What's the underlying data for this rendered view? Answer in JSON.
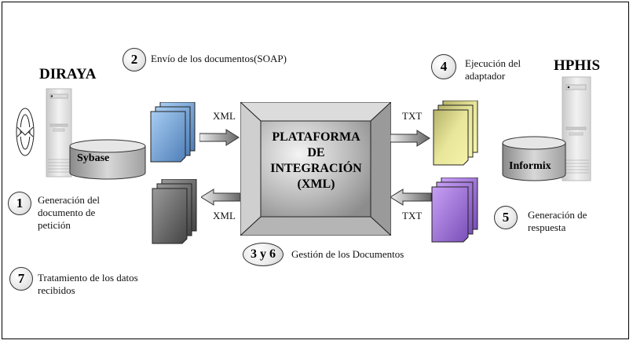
{
  "systems": {
    "left": {
      "title": "DIRAYA",
      "database": "Sybase"
    },
    "right": {
      "title": "HPHIS",
      "database": "Informix"
    }
  },
  "platform": {
    "lines": [
      "PLATAFORMA",
      "DE",
      "INTEGRACIÓN",
      "(XML)"
    ]
  },
  "flows": {
    "xml_in": "XML",
    "xml_out": "XML",
    "txt_out": "TXT",
    "txt_in": "TXT"
  },
  "steps": [
    {
      "number": "1",
      "lines": [
        "Generación del",
        "documento de",
        "petición"
      ]
    },
    {
      "number": "2",
      "lines": [
        "Envío de los documentos(SOAP)"
      ]
    },
    {
      "number": "3 y 6",
      "lines": [
        "Gestión de los Documentos"
      ]
    },
    {
      "number": "4",
      "lines": [
        "Ejecución del",
        "adaptador"
      ]
    },
    {
      "number": "5",
      "lines": [
        "Generación de",
        "respuesta"
      ]
    },
    {
      "number": "7",
      "lines": [
        "Tratamiento de los datos",
        "recibidos"
      ]
    }
  ],
  "colors": {
    "doc_blue": "#8fb8e8",
    "doc_gray": "#7a7a7a",
    "doc_yellow": "#eeee9a",
    "doc_purple": "#b48ae8",
    "platform_bevel": "#c8c8c8",
    "platform_face": "#a8a8a8"
  }
}
